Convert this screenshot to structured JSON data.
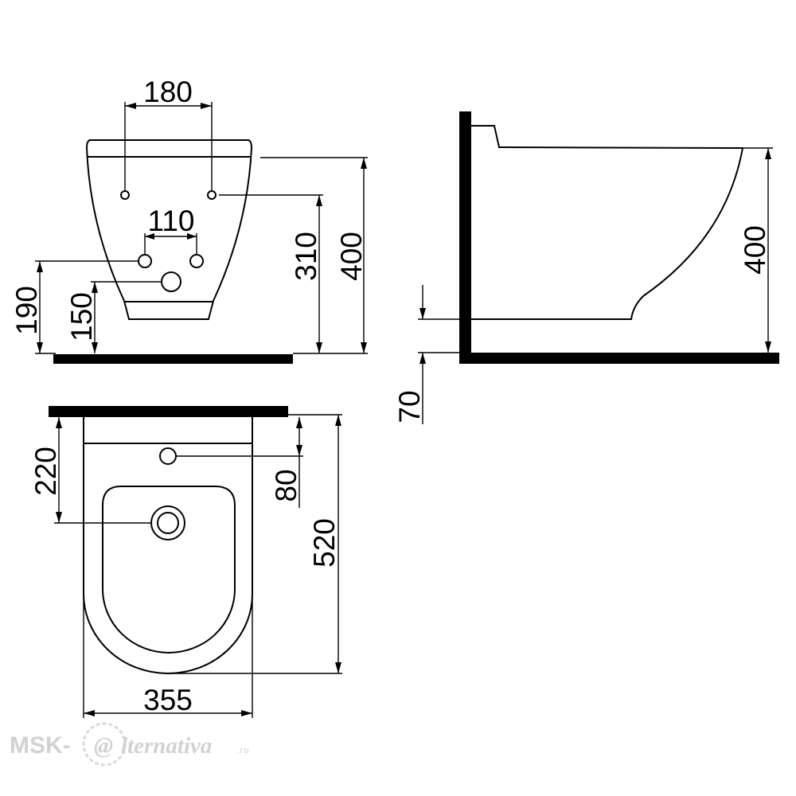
{
  "dimensions": {
    "front_mount_spacing": "180",
    "front_inlet_spacing": "110",
    "front_mount_height": "310",
    "front_total_height": "400",
    "front_inlet_height": "190",
    "front_outlet_height": "150",
    "side_height": "400",
    "side_gap": "70",
    "top_depth_inlet": "220",
    "top_depth_hole": "80",
    "top_total_depth": "520",
    "top_width": "355"
  },
  "watermark": {
    "prefix": "MSK-",
    "at_sign": "@",
    "script": "lternativa",
    "domain": ".ru"
  },
  "colors": {
    "line": "#000000",
    "watermark": "#d2d2d2",
    "background": "#ffffff"
  }
}
